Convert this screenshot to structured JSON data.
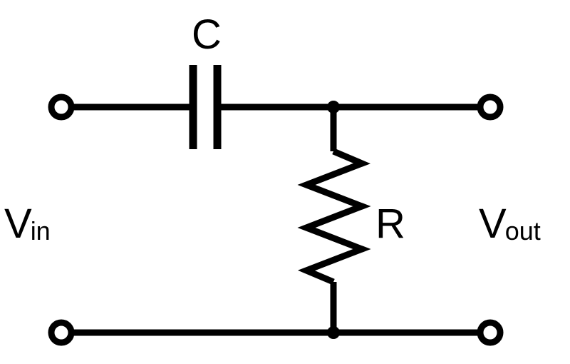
{
  "labels": {
    "capacitor": "C",
    "resistor": "R",
    "input_main": "V",
    "input_sub": "in",
    "output_main": "V",
    "output_sub": "out"
  }
}
